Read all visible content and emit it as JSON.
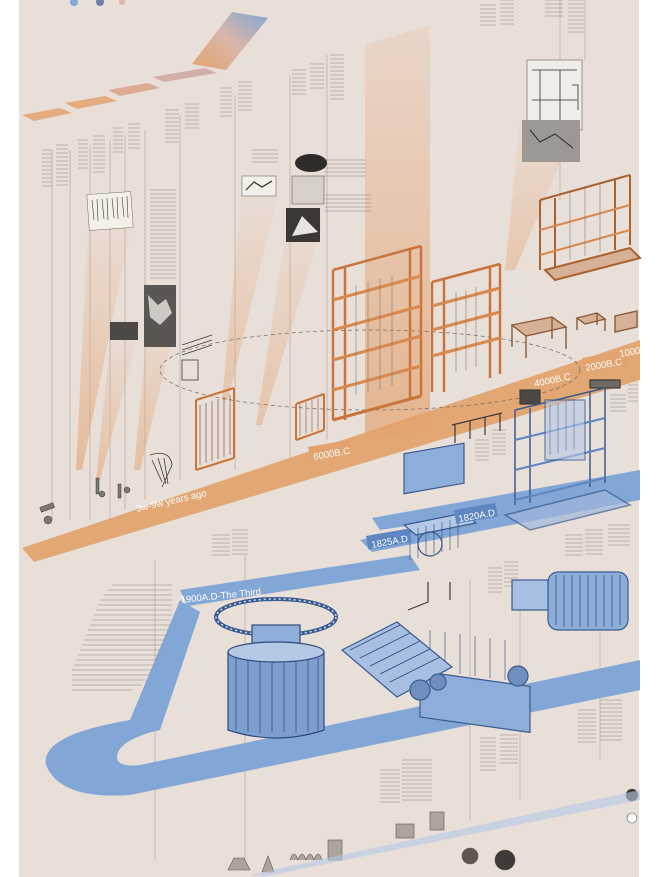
{
  "timeline": {
    "labels": {
      "prehistory": "3w-9w years ago",
      "y6000bc": "6000B.C",
      "y4000bc": "4000B.C",
      "y2000bc": "2000B.C",
      "y1000": "1000",
      "y1825": "1825A.D",
      "y1820": "1820A.D",
      "y1900": "1900A.D-The Third"
    }
  },
  "colors": {
    "background": "#e9dfd9",
    "orange_band": "#e3a36f",
    "blue_band": "#82a7d6",
    "orange_line": "#d88a4e",
    "blue_line": "#5e86c2",
    "ink": "#3d3a37"
  }
}
